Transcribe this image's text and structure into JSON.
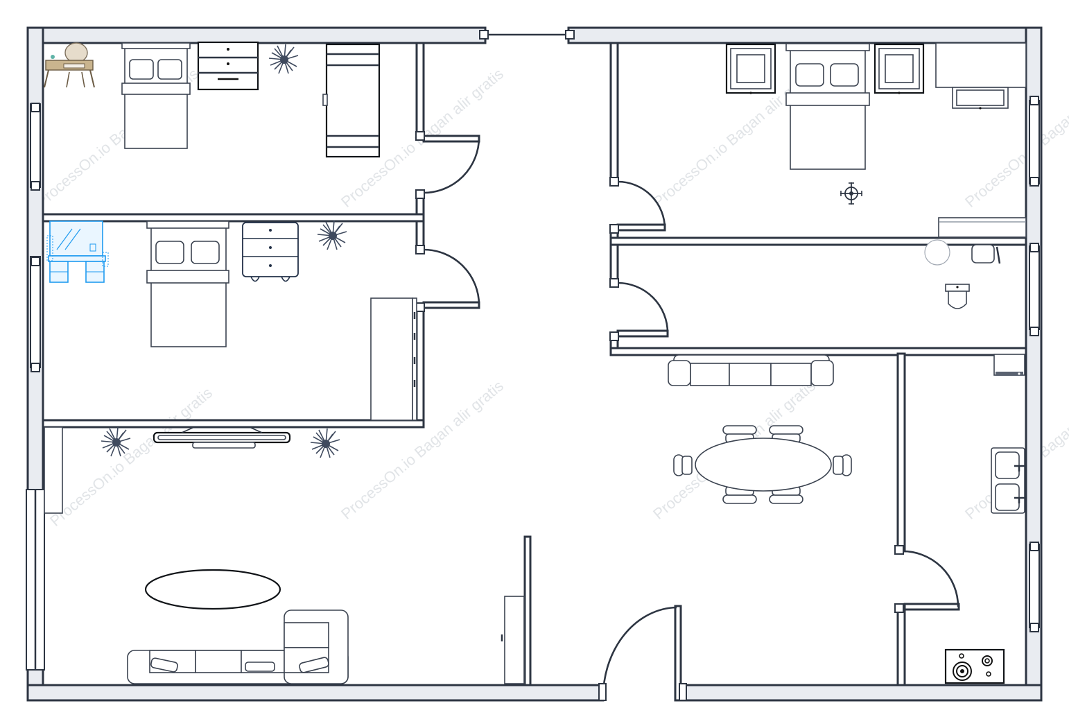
{
  "diagram": {
    "type": "floor-plan",
    "watermark_text": "ProcessOn.io Bagan alir gratis",
    "colors": {
      "wall_fill": "#e9ecf1",
      "wall_stroke": "#2d3542",
      "furniture_stroke": "#3b4350",
      "selection_highlight": "#1f9bf0"
    },
    "rooms": [
      {
        "name": "bedroom-top-left",
        "furniture": [
          "vanity-table",
          "double-bed",
          "dresser",
          "potted-plant",
          "wardrobe"
        ]
      },
      {
        "name": "bedroom-middle-left",
        "furniture": [
          "vanity-desk-selected",
          "double-bed",
          "nightstand-dresser",
          "potted-plant",
          "wardrobe"
        ]
      },
      {
        "name": "living-room",
        "furniture": [
          "tv-console",
          "potted-plant",
          "potted-plant",
          "oval-rug",
          "l-shaped-sofa",
          "bookshelf",
          "storage-cabinet"
        ]
      },
      {
        "name": "bedroom-top-right",
        "furniture": [
          "nightstand",
          "double-bed",
          "nightstand",
          "desk",
          "ceiling-fan",
          "tv-unit"
        ]
      },
      {
        "name": "bathroom",
        "furniture": [
          "round-table",
          "chair",
          "toilet"
        ]
      },
      {
        "name": "dining-area",
        "furniture": [
          "sofa",
          "oval-dining-table",
          "dining-chairs"
        ]
      },
      {
        "name": "kitchen",
        "furniture": [
          "microwave",
          "double-sink",
          "stove"
        ]
      }
    ]
  }
}
